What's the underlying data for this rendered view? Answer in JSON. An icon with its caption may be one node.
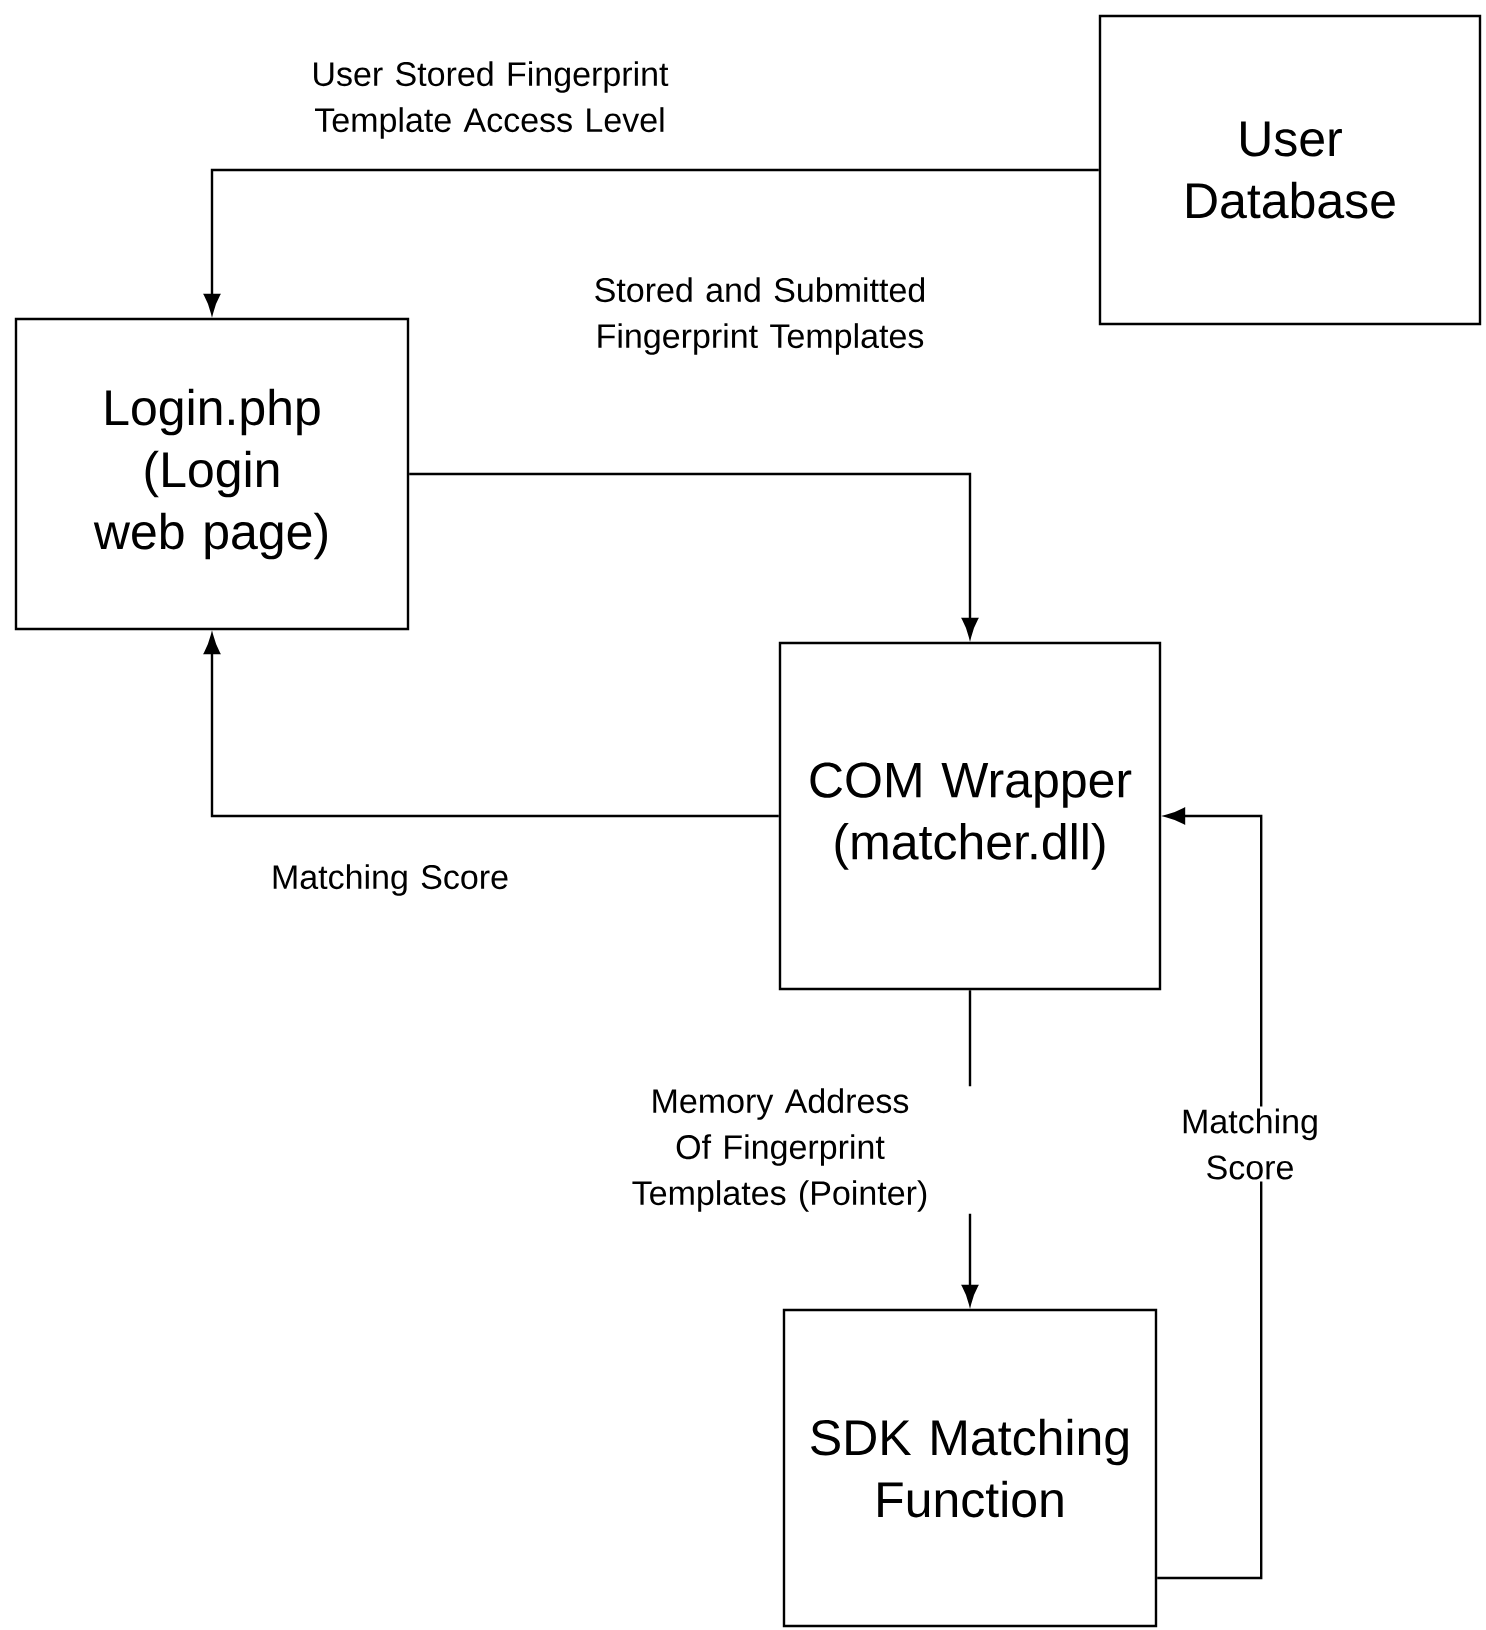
{
  "diagram": {
    "nodes": [
      {
        "text": [
          "User Database"
        ]
      },
      {
        "text": [
          "Login.php (Login web page)"
        ]
      },
      {
        "text": [
          "COM Wrapper (matcher.dll)"
        ]
      },
      {
        "text": [
          "SDK Matching Function"
        ]
      }
    ],
    "edges": [
      {
        "from": 0,
        "to": 1,
        "arrow": "to",
        "label": "User Stored Fingerprint Template Access Level"
      },
      {
        "from": 1,
        "to": 2,
        "arrow": "to",
        "label": "Stored and Submitted Fingerprint Templates"
      },
      {
        "from": 2,
        "to": 1,
        "arrow": "to",
        "label": "Matching Score"
      },
      {
        "from": 2,
        "to": 3,
        "arrow": "to",
        "label": "Memory Address Of Fingerprint Templates (Pointer)"
      },
      {
        "from": 3,
        "to": 2,
        "arrow": "to",
        "label": "Matching Score"
      }
    ]
  }
}
